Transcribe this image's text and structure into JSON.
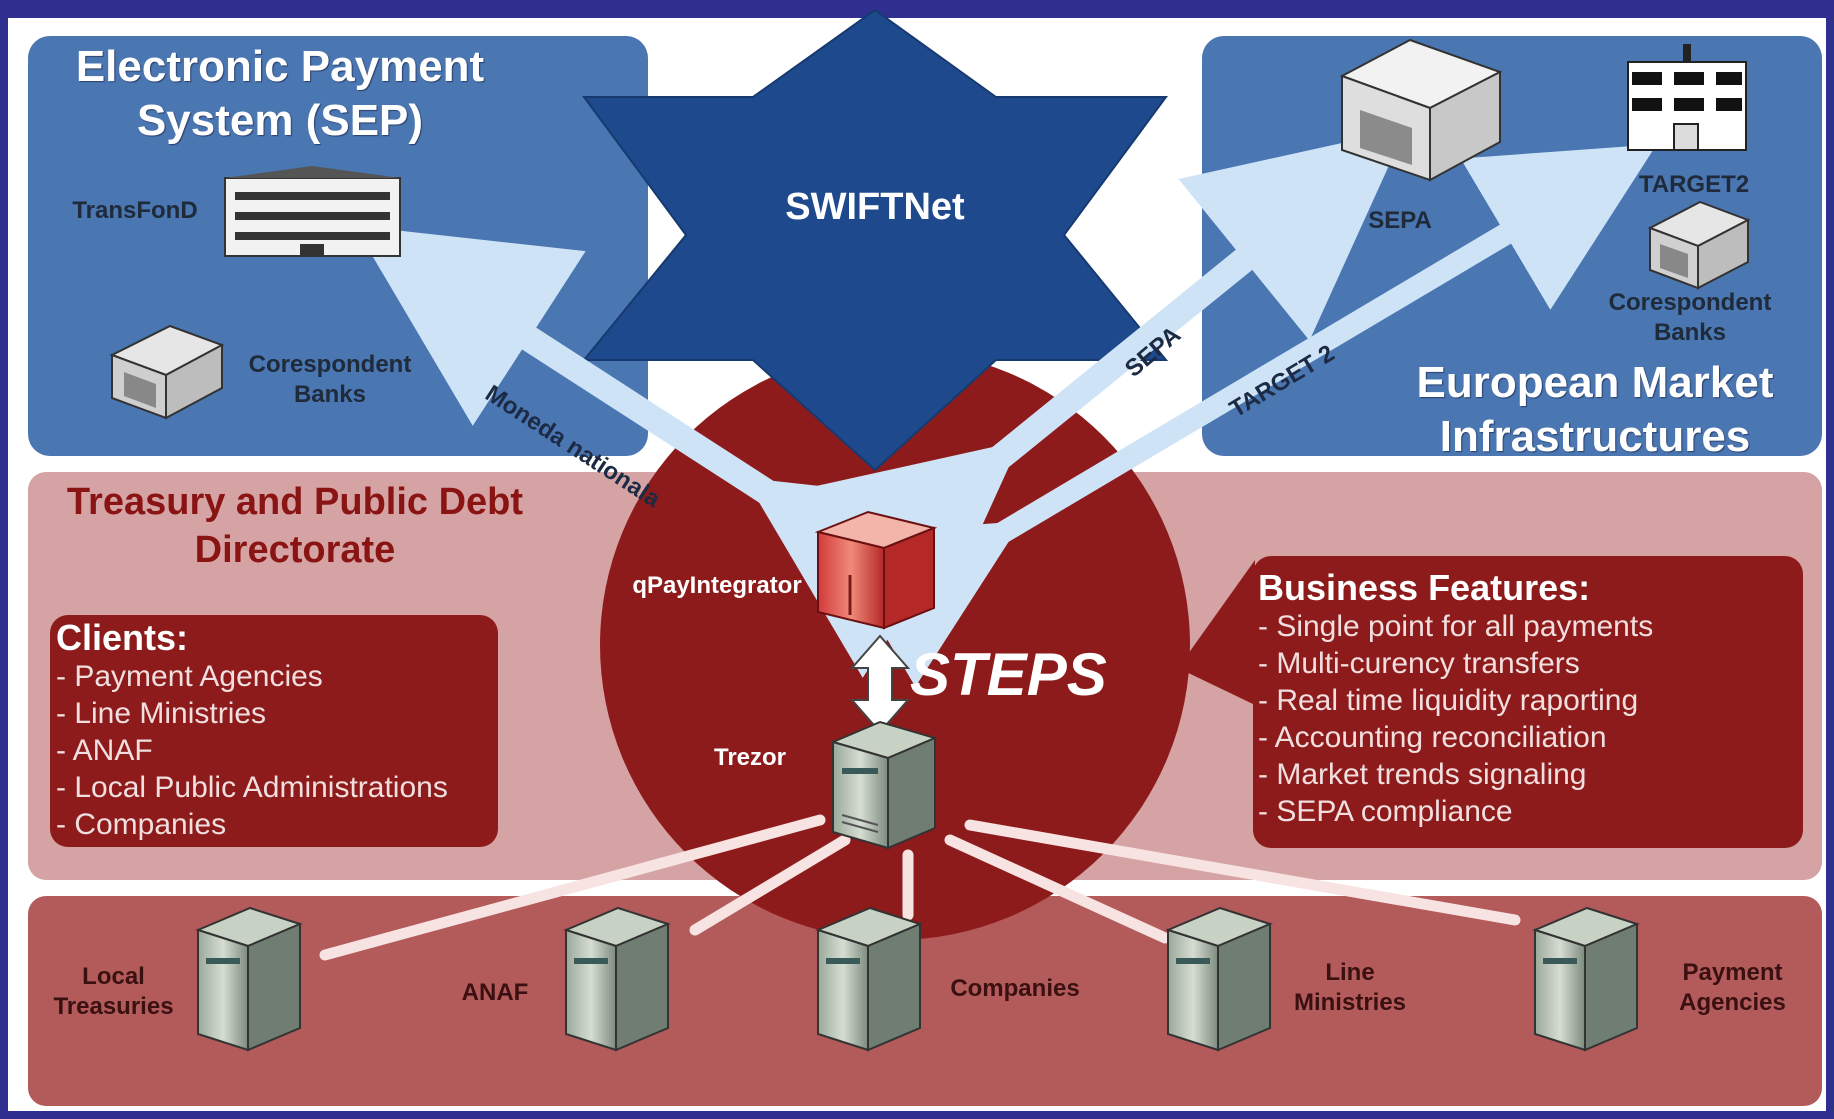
{
  "colors": {
    "frame": "#2f2f8f",
    "blue_panel": "#4a76b2",
    "star": "#1e4a8d",
    "pink_panel": "#d5a3a3",
    "dark_red": "#8e1b1b",
    "bottom_panel": "#b35a5a",
    "arrow_light_blue": "#cfe3f7",
    "arrow_light_pink": "#f8e3e3"
  },
  "sep": {
    "title_line1": "Electronic Payment",
    "title_line2": "System (SEP)",
    "transfond_label": "TransFonD",
    "banks_line1": "Corespondent",
    "banks_line2": "Banks"
  },
  "swift": {
    "label": "SWIFTNet"
  },
  "emi": {
    "sepa_label": "SEPA",
    "target2_label": "TARGET2",
    "banks_line1": "Corespondent",
    "banks_line2": "Banks",
    "title_line1": "European Market",
    "title_line2": "Infrastructures"
  },
  "arrows": {
    "moneda": "Moneda nationala",
    "sepa": "SEPA",
    "target2": "TARGET 2"
  },
  "treasury": {
    "title_line1": "Treasury and Public Debt",
    "title_line2": "Directorate"
  },
  "core": {
    "qpay_label": "qPayIntegrator",
    "steps_label": "STEPS",
    "trezor_label": "Trezor"
  },
  "clients": {
    "title": "Clients:",
    "items": [
      "- Payment Agencies",
      "- Line Ministries",
      "- ANAF",
      "- Local Public Administrations",
      "- Companies"
    ]
  },
  "features": {
    "title": "Business Features:",
    "items": [
      "- Single point for all payments",
      "- Multi-curency transfers",
      "- Real time liquidity raporting",
      "- Accounting reconciliation",
      "- Market trends signaling",
      "- SEPA compliance"
    ]
  },
  "bottom": {
    "local_line1": "Local",
    "local_line2": "Treasuries",
    "anaf": "ANAF",
    "companies": "Companies",
    "line_line1": "Line",
    "line_line2": "Ministries",
    "payment_line1": "Payment",
    "payment_line2": "Agencies"
  }
}
